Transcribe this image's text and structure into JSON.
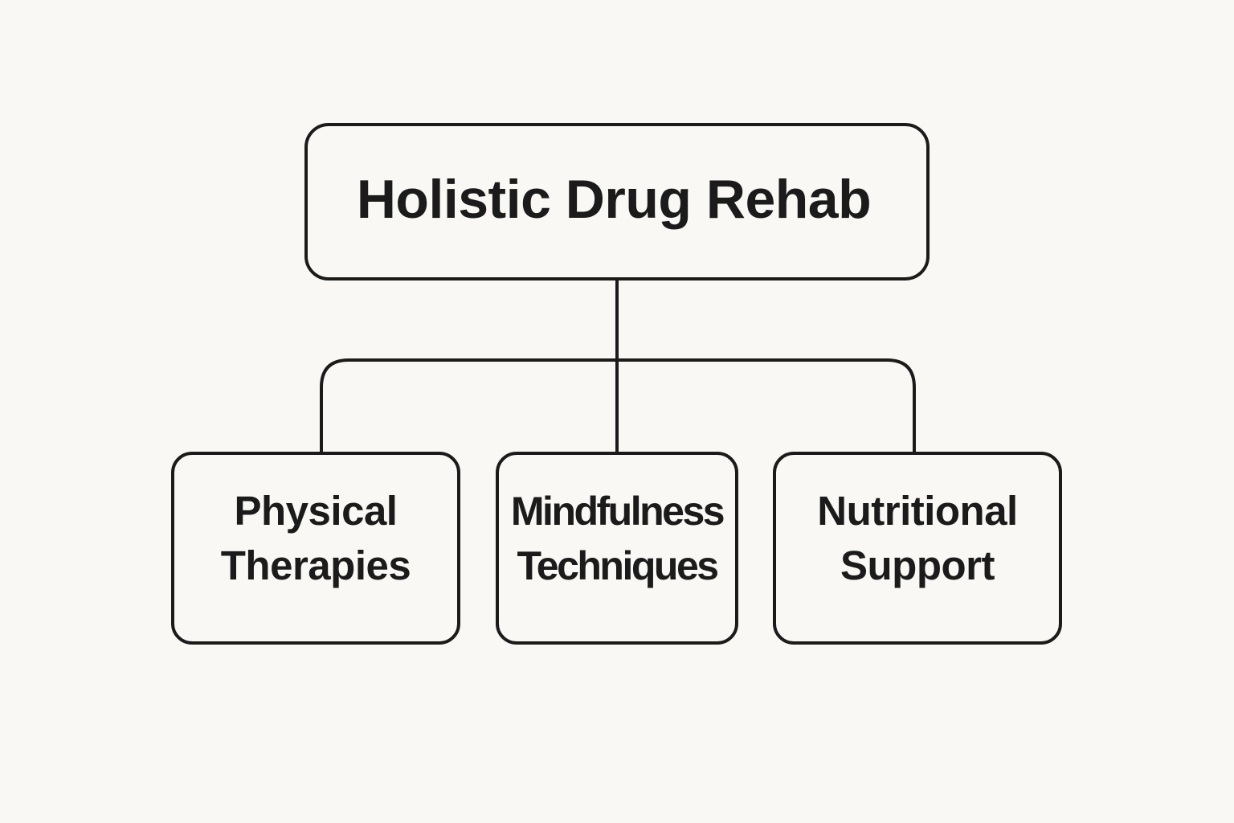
{
  "diagram": {
    "type": "hierarchy",
    "colors": {
      "background": "#f9f8f4",
      "stroke": "#1b1b1b",
      "text": "#1b1b1b"
    },
    "root": {
      "label": "Holistic Drug Rehab"
    },
    "children": [
      {
        "line1": "Physical",
        "line2": "Therapies"
      },
      {
        "line1": "Mindfulness",
        "line2": "Techniques"
      },
      {
        "line1": "Nutritional",
        "line2": "Support"
      }
    ]
  }
}
